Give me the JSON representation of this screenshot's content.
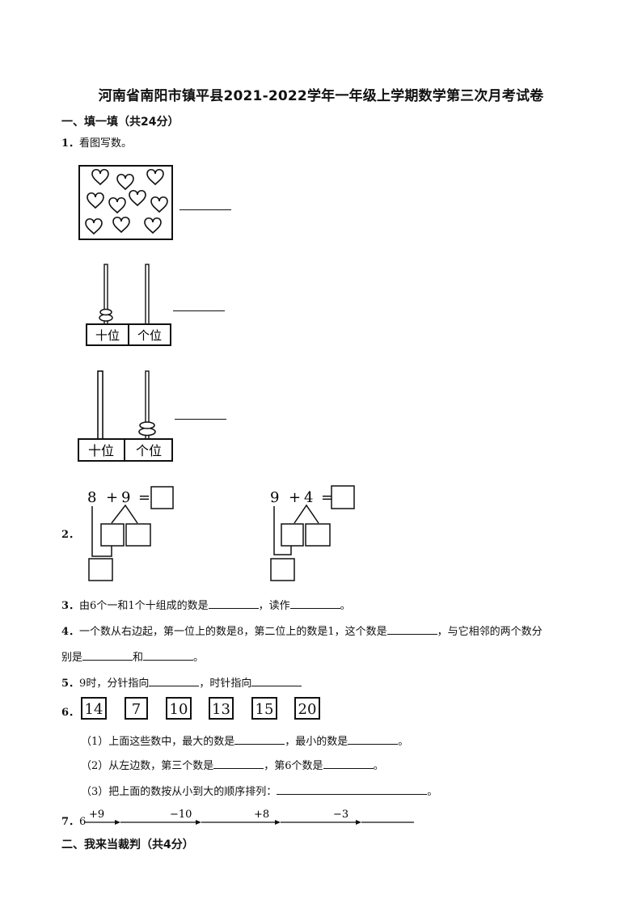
{
  "title": "河南省南阳市镇平县2021-2022学年一年级上学期数学第三次月考试卷",
  "section1": {
    "heading": "一、填一填（共24分）"
  },
  "q1": {
    "num": "1．",
    "text": "看图写数。"
  },
  "abacus": {
    "tens": "十位",
    "ones": "个位"
  },
  "q2": {
    "num": "2．",
    "left": {
      "a": "8",
      "op": "+",
      "b": "9",
      "eq": "="
    },
    "right": {
      "a": "9",
      "op": "+",
      "b": "4",
      "eq": "="
    }
  },
  "q3": {
    "num": "3．",
    "p1": "由6个一和1个十组成的数是",
    "p2": "，读作",
    "p3": "。"
  },
  "q4": {
    "num": "4．",
    "p1": "一个数从右边起，第一位上的数是8，第二位上的数是1，这个数是",
    "p2": "，与它相邻的两个数分",
    "p3": "别是",
    "p4": "和",
    "p5": "。"
  },
  "q5": {
    "num": "5．",
    "p1": "9时，分针指向",
    "p2": "，时针指向"
  },
  "q6": {
    "num": "6．",
    "cards": [
      "14",
      "7",
      "10",
      "13",
      "15",
      "20"
    ],
    "s1": {
      "p1": "（1）上面这些数中，最大的数是",
      "p2": "，最小的数是",
      "p3": "。"
    },
    "s2": {
      "p1": "（2）从左边数，第三个数是",
      "p2": "，第6个数是",
      "p3": "。"
    },
    "s3": {
      "p1": "（3）把上面的数按从小到大的顺序排列：",
      "p2": "。"
    }
  },
  "q7": {
    "num": "7．",
    "start": "6",
    "ops": [
      "+9",
      "−10",
      "+8",
      "−3"
    ]
  },
  "section2": {
    "heading": "二、我来当裁判（共4分）"
  }
}
